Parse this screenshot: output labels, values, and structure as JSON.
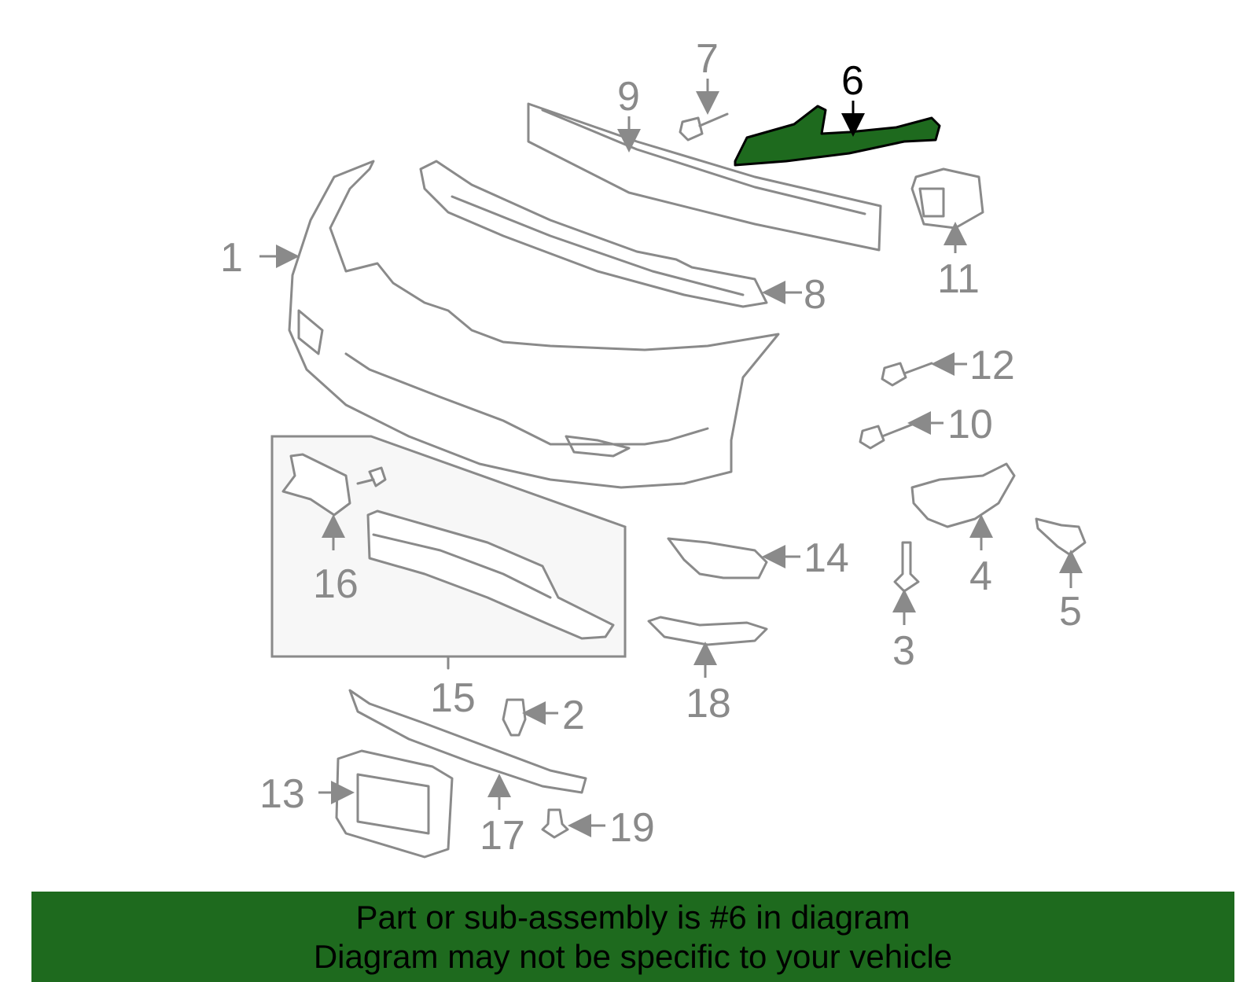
{
  "diagram": {
    "highlighted_part": "6",
    "highlight_color": "#1e6a1e",
    "callouts": {
      "c1": "1",
      "c2": "2",
      "c3": "3",
      "c4": "4",
      "c5": "5",
      "c6": "6",
      "c7": "7",
      "c8": "8",
      "c9": "9",
      "c10": "10",
      "c11": "11",
      "c12": "12",
      "c13": "13",
      "c14": "14",
      "c15": "15",
      "c16": "16",
      "c17": "17",
      "c18": "18",
      "c19": "19"
    }
  },
  "banner": {
    "background": "#1e6a1e",
    "line1": "Part or sub-assembly is #6 in diagram",
    "line2": "Diagram may not be specific to your vehicle"
  }
}
